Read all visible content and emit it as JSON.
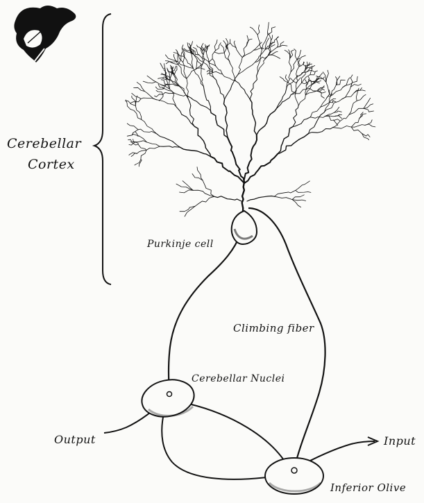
{
  "logo": {
    "name": "leaf-logo"
  },
  "labels": {
    "cortex_line1": "Cerebellar",
    "cortex_line2": "Cortex",
    "purkinje": "Purkinje cell",
    "climbing": "Climbing fiber",
    "nuclei": "Cerebellar Nuclei",
    "output": "Output",
    "input": "Input",
    "olive": "Inferior Olive"
  },
  "colors": {
    "ink": "#111111",
    "paper": "#fbfbf9"
  }
}
